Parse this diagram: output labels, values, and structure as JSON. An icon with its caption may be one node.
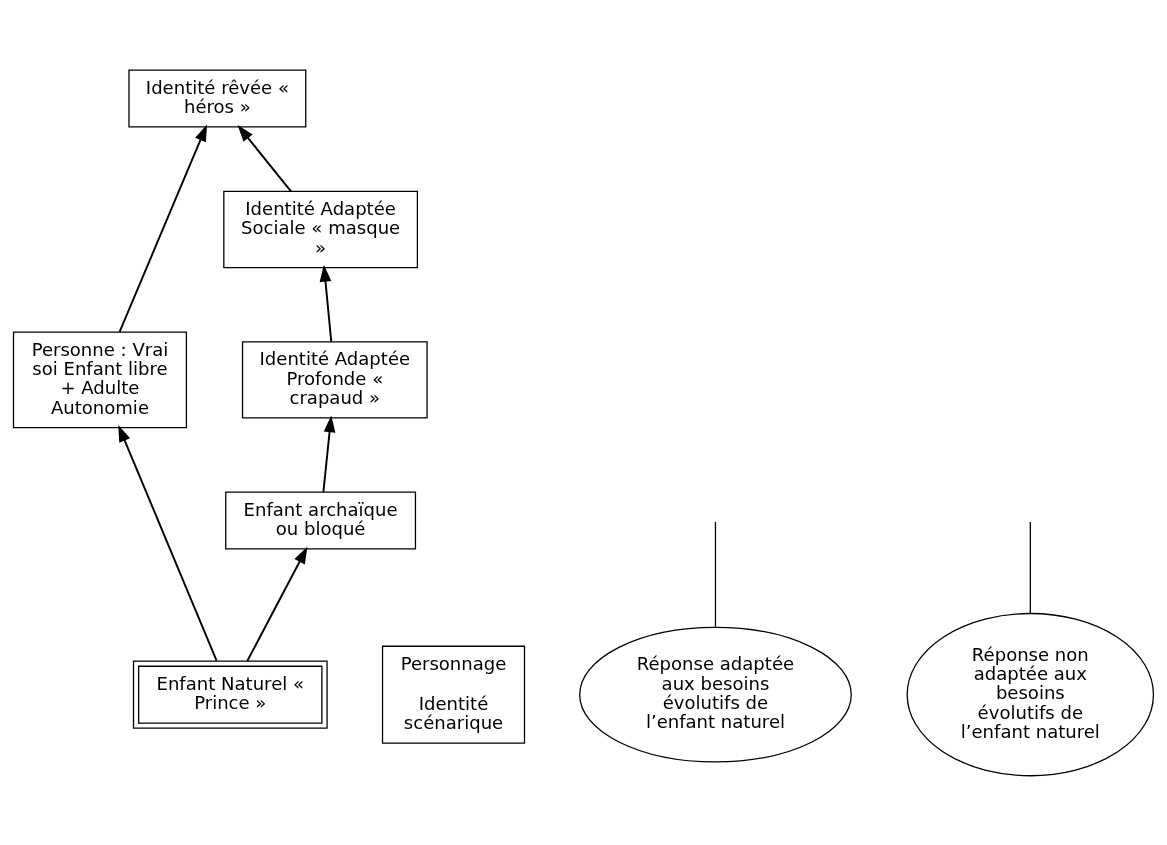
{
  "diagram": {
    "nodes": [
      {
        "text": [
          "Identité rêvée « héros »"
        ]
      },
      {
        "text": [
          "Personne : Vrai soi Enfant libre + Adulte Autonomie"
        ]
      },
      {
        "text": [
          "Identité Adaptée Sociale « masque »"
        ]
      },
      {
        "text": [
          "Personnage",
          "Identité scénarique"
        ]
      },
      {
        "text": [
          "Identité Adaptée Profonde « crapaud »"
        ]
      },
      {
        "text": [
          "Enfant archaïque ou bloqué"
        ]
      },
      {
        "text": [
          "Enfant Naturel « Prince »"
        ]
      },
      {
        "text": [
          "Réponse adaptée aux besoins évolutifs de l’enfant naturel"
        ]
      },
      {
        "text": [
          "Réponse non adaptée aux besoins évolutifs de l’enfant naturel"
        ]
      }
    ],
    "edges": [
      {
        "from": 1,
        "to": 0,
        "arrow": "to"
      },
      {
        "from": 2,
        "to": 0,
        "arrow": "to"
      },
      {
        "from": 4,
        "to": 2,
        "arrow": "to"
      },
      {
        "from": 5,
        "to": 4,
        "arrow": "to"
      },
      {
        "from": 6,
        "to": 1,
        "arrow": "to"
      },
      {
        "from": 6,
        "to": 5,
        "arrow": "to"
      },
      {
        "from": 7,
        "to": null,
        "arrow": "none"
      },
      {
        "from": 8,
        "to": null,
        "arrow": "none"
      }
    ]
  }
}
